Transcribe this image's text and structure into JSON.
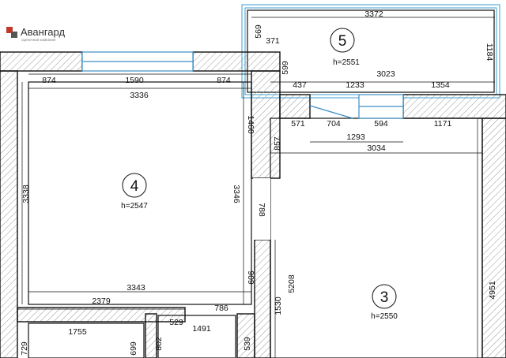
{
  "logo": {
    "name": "Авангард",
    "tagline": "оценочная компания",
    "color": "#c0392b"
  },
  "rooms": [
    {
      "number": "4",
      "height": "h=2547"
    },
    {
      "number": "5",
      "height": "h=2551"
    },
    {
      "number": "3",
      "height": "h=2550"
    }
  ],
  "dimensions": {
    "r5_width": "3372",
    "r5_569": "569",
    "r5_371": "371",
    "r5_599": "599",
    "r5_1184": "1184",
    "r5_3023": "3023",
    "r5_437": "437",
    "r5_1233": "1233",
    "r5_1354": "1354",
    "r4_874a": "874",
    "r4_1590": "1590",
    "r4_874b": "874",
    "r4_3336": "3336",
    "r4_3338": "3338",
    "r4_3346": "3346",
    "r4_1460": "1460",
    "r4_3343": "3343",
    "r4_2379": "2379",
    "r4_786": "786",
    "r4_909": "909",
    "r4_788": "788",
    "r3_571": "571",
    "r3_704": "704",
    "r3_594": "594",
    "r3_1171": "1171",
    "r3_857": "857",
    "r3_1293": "1293",
    "r3_3034": "3034",
    "r3_1530": "1530",
    "r3_5208": "5208",
    "r3_4951": "4951",
    "b_1755": "1755",
    "b_729": "729",
    "b_699": "699",
    "b_802": "802",
    "b_529": "529",
    "b_1491": "1491",
    "b_539": "539"
  },
  "colors": {
    "wall": "#111111",
    "hatch": "#9a9a9a",
    "window": "#3b8fc4",
    "balcony": "#3aa0d0"
  }
}
